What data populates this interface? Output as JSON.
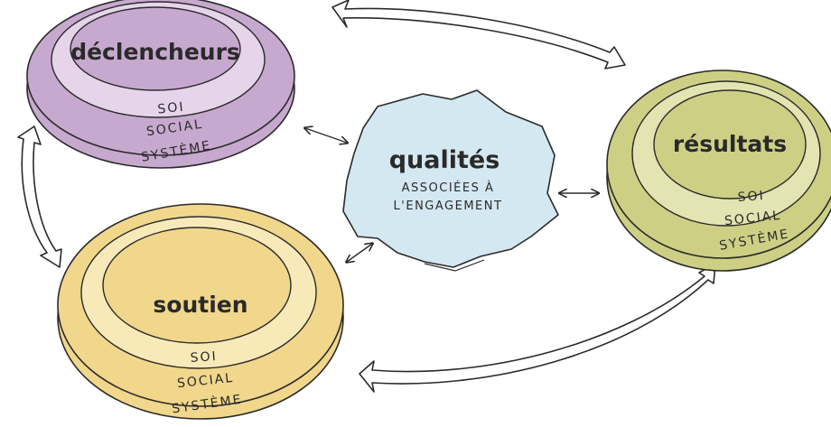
{
  "colors": {
    "purple": "#c7a9cf",
    "purple_light": "#e6d5ea",
    "purple_pale": "#efe6f2",
    "yellow": "#f1d78c",
    "yellow_light": "#f8eab8",
    "yellow_pale": "#fbf3d5",
    "olive": "#cdd084",
    "olive_light": "#e3e4b2",
    "olive_pale": "#edeecc",
    "blue": "#d4e8f1",
    "ink": "#2a2a2a"
  },
  "center": {
    "title": "qualités",
    "line1": "ASSOCIÉES À",
    "line2": "L'ENGAGEMENT"
  },
  "disks": {
    "declencheurs": {
      "label": "déclencheurs",
      "soi": "SOI",
      "social": "SOCIAL",
      "systeme": "SYSTÈME"
    },
    "soutien": {
      "label": "soutien",
      "soi": "SOI",
      "social": "SOCIAL",
      "systeme": "SYSTÈME"
    },
    "resultats": {
      "label": "résultats",
      "soi": "SOI",
      "social": "SOCIAL",
      "systeme": "SYSTÈME"
    }
  }
}
